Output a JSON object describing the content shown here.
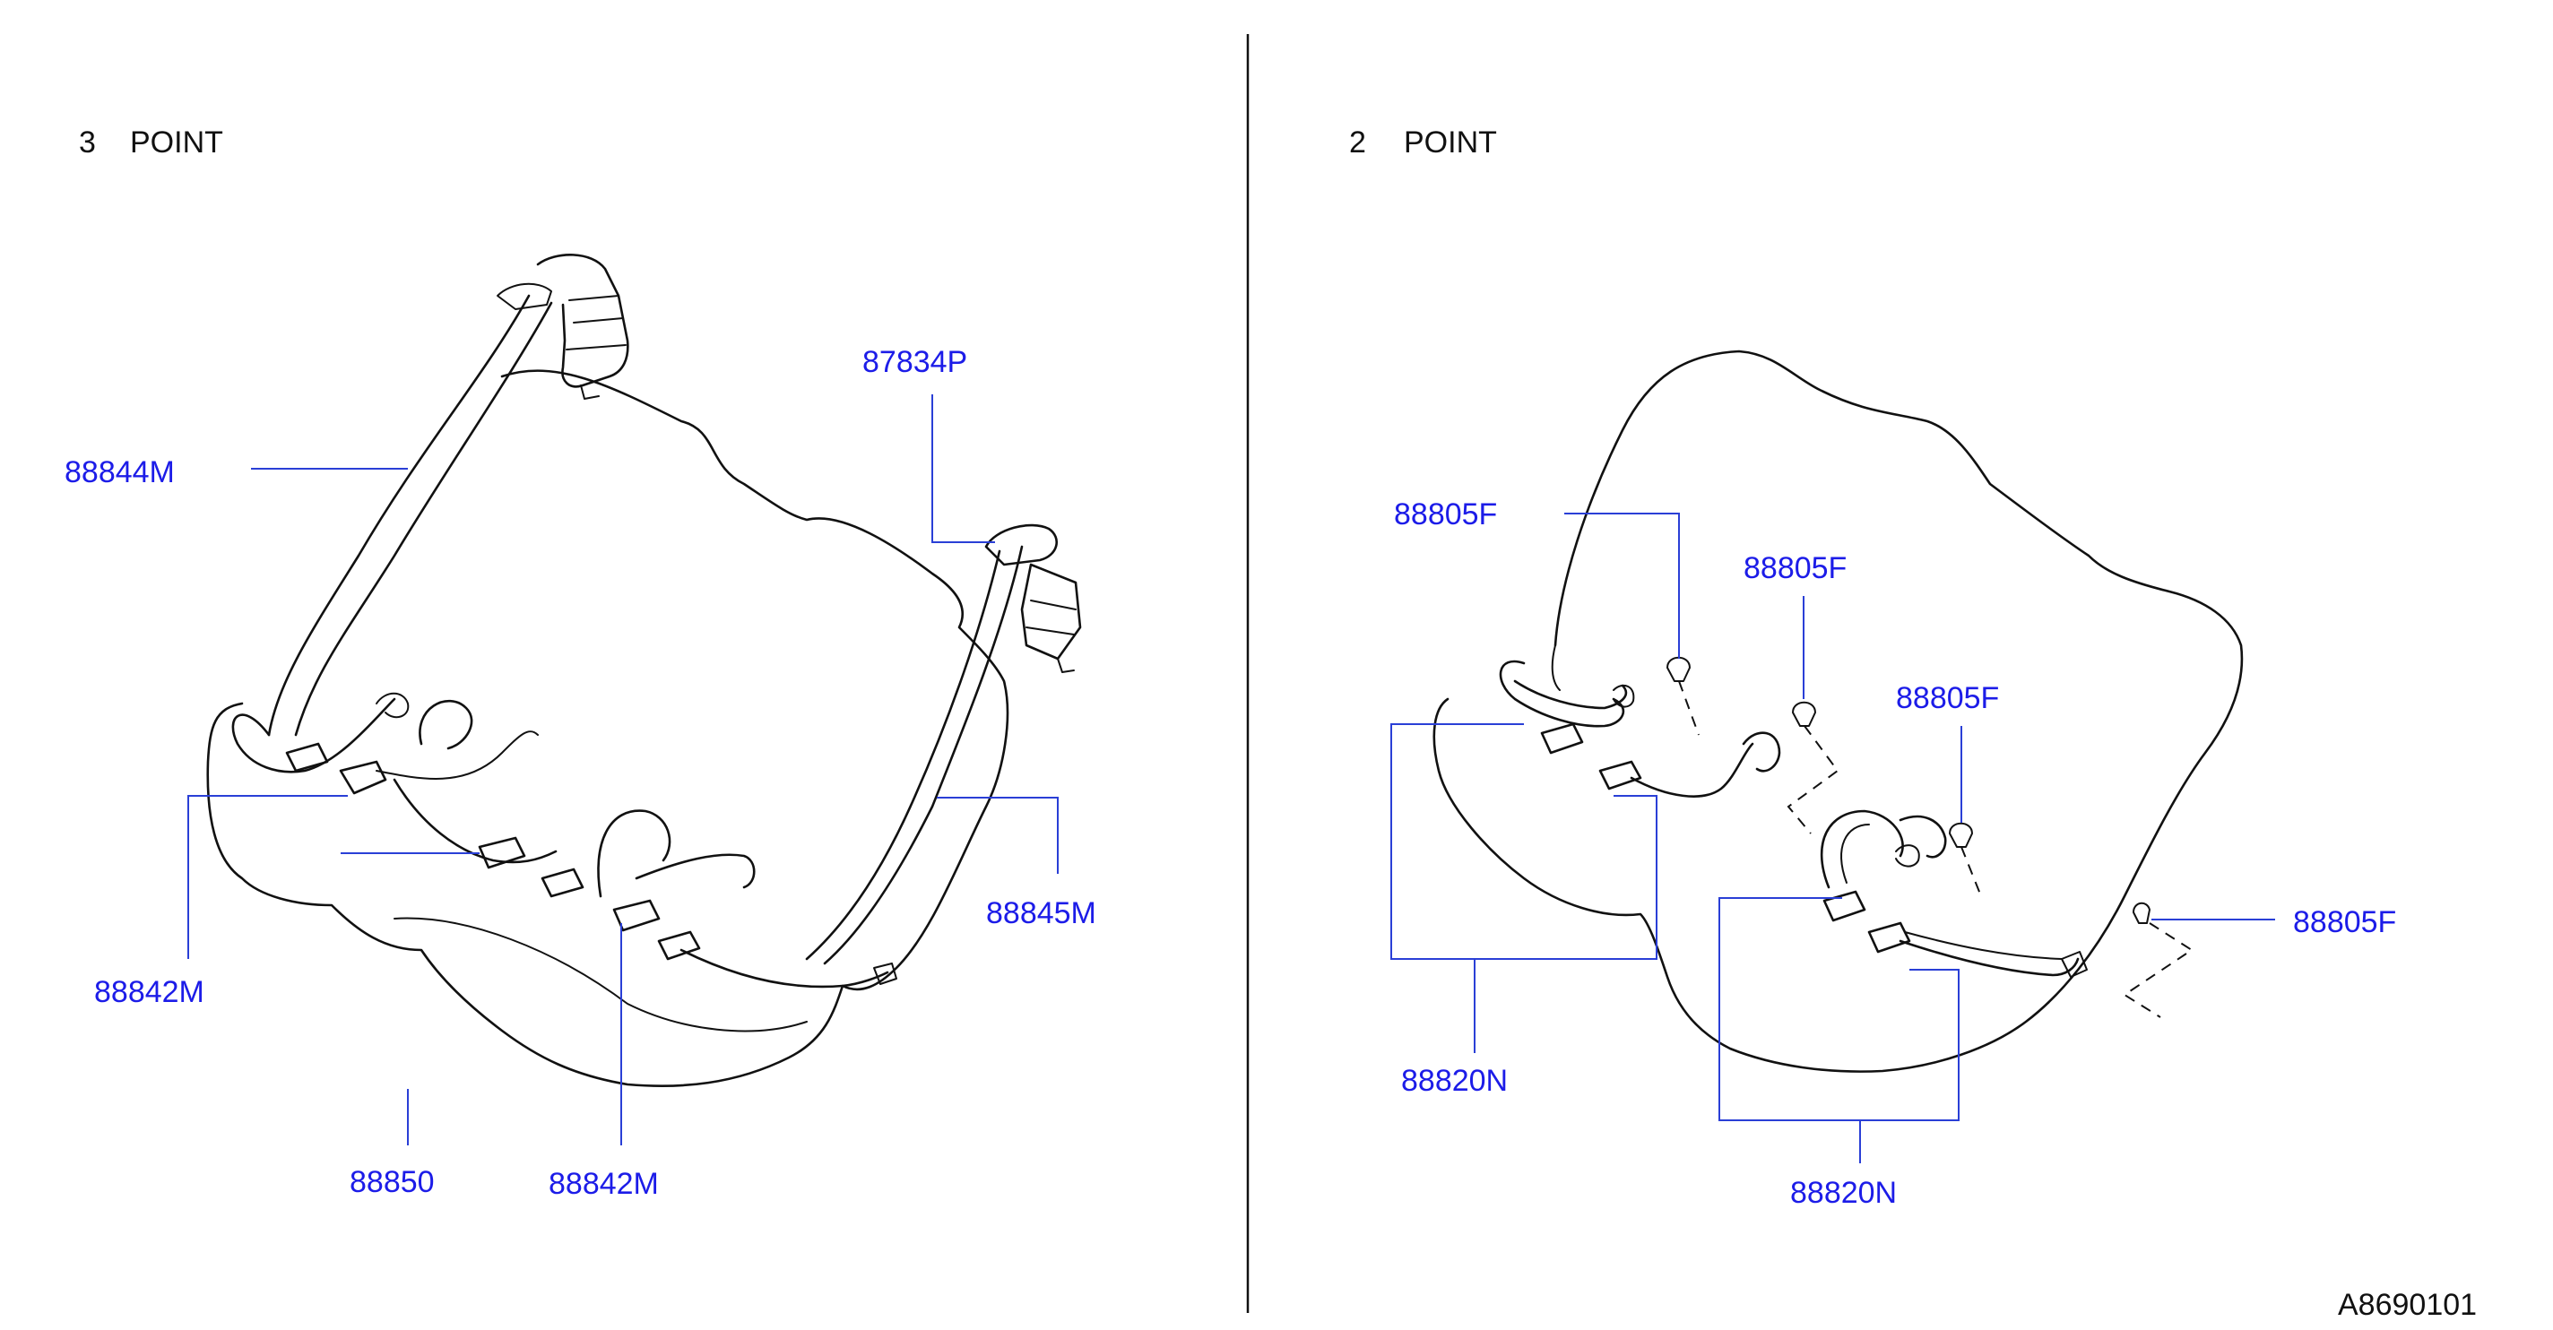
{
  "left_panel": {
    "heading_number": "3",
    "heading_text": "POINT",
    "labels": {
      "p87834P": "87834P",
      "p88844M": "88844M",
      "p88842M_a": "88842M",
      "p88845M": "88845M",
      "p88850": "88850",
      "p88842M_b": "88842M"
    }
  },
  "right_panel": {
    "heading_number": "2",
    "heading_text": "POINT",
    "labels": {
      "p88805F_a": "88805F",
      "p88805F_b": "88805F",
      "p88805F_c": "88805F",
      "p88805F_d": "88805F",
      "p88820N_a": "88820N",
      "p88820N_b": "88820N"
    }
  },
  "reference_code": "A8690101",
  "colors": {
    "callout": "#1c1ce8",
    "leader": "#2a3fd6",
    "line_art": "#111111"
  }
}
